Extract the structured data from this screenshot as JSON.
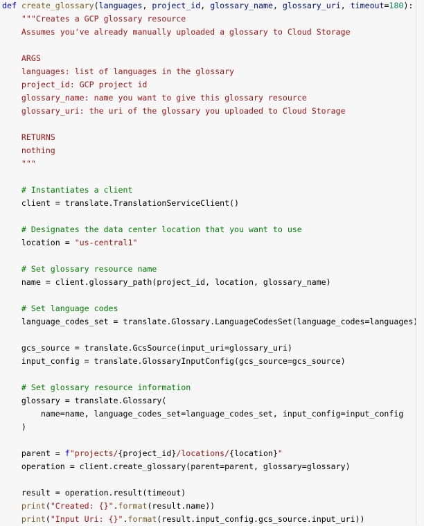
{
  "code": {
    "language": "python",
    "colors": {
      "keyword": "#0000ff",
      "function": "#795e26",
      "parameter": "#001080",
      "number": "#098658",
      "string": "#a31515",
      "comment": "#008000",
      "text": "#000000",
      "background": "#f7f7f7"
    },
    "lines": [
      [
        [
          "def",
          "k"
        ],
        [
          " ",
          "t"
        ],
        [
          "create_glossary",
          "f"
        ],
        [
          "(",
          "t"
        ],
        [
          "languages",
          "p"
        ],
        [
          ", ",
          "t"
        ],
        [
          "project_id",
          "p"
        ],
        [
          ", ",
          "t"
        ],
        [
          "glossary_name",
          "p"
        ],
        [
          ", ",
          "t"
        ],
        [
          "glossary_uri",
          "p"
        ],
        [
          ", ",
          "t"
        ],
        [
          "timeout",
          "p"
        ],
        [
          "=",
          "t"
        ],
        [
          "180",
          "n"
        ],
        [
          "):",
          "t"
        ]
      ],
      [
        [
          "    \"\"\"Creates a GCP glossary resource",
          "s"
        ]
      ],
      [
        [
          "    Assumes you've already manually uploaded a glossary to Cloud Storage",
          "s"
        ]
      ],
      [
        [
          "",
          "s"
        ]
      ],
      [
        [
          "    ARGS",
          "s"
        ]
      ],
      [
        [
          "    languages: list of languages in the glossary",
          "s"
        ]
      ],
      [
        [
          "    project_id: GCP project id",
          "s"
        ]
      ],
      [
        [
          "    glossary_name: name you want to give this glossary resource",
          "s"
        ]
      ],
      [
        [
          "    glossary_uri: the uri of the glossary you uploaded to Cloud Storage",
          "s"
        ]
      ],
      [
        [
          "",
          "s"
        ]
      ],
      [
        [
          "    RETURNS",
          "s"
        ]
      ],
      [
        [
          "    nothing",
          "s"
        ]
      ],
      [
        [
          "    \"\"\"",
          "s"
        ]
      ],
      [
        [
          "",
          "t"
        ]
      ],
      [
        [
          "    ",
          "t"
        ],
        [
          "# Instantiates a client",
          "c"
        ]
      ],
      [
        [
          "    client = translate.TranslationServiceClient()",
          "t"
        ]
      ],
      [
        [
          "",
          "t"
        ]
      ],
      [
        [
          "    ",
          "t"
        ],
        [
          "# Designates the data center location that you want to use",
          "c"
        ]
      ],
      [
        [
          "    location = ",
          "t"
        ],
        [
          "\"us-central1\"",
          "s"
        ]
      ],
      [
        [
          "",
          "t"
        ]
      ],
      [
        [
          "    ",
          "t"
        ],
        [
          "# Set glossary resource name",
          "c"
        ]
      ],
      [
        [
          "    name = client.glossary_path(project_id, location, glossary_name)",
          "t"
        ]
      ],
      [
        [
          "",
          "t"
        ]
      ],
      [
        [
          "    ",
          "t"
        ],
        [
          "# Set language codes",
          "c"
        ]
      ],
      [
        [
          "    language_codes_set = translate.Glossary.LanguageCodesSet(language_codes=languages)",
          "t"
        ]
      ],
      [
        [
          "",
          "t"
        ]
      ],
      [
        [
          "    gcs_source = translate.GcsSource(input_uri=glossary_uri)",
          "t"
        ]
      ],
      [
        [
          "    input_config = translate.GlossaryInputConfig(gcs_source=gcs_source)",
          "t"
        ]
      ],
      [
        [
          "",
          "t"
        ]
      ],
      [
        [
          "    ",
          "t"
        ],
        [
          "# Set glossary resource information",
          "c"
        ]
      ],
      [
        [
          "    glossary = translate.Glossary(",
          "t"
        ]
      ],
      [
        [
          "        name=name, language_codes_set=language_codes_set, input_config=input_config",
          "t"
        ]
      ],
      [
        [
          "    )",
          "t"
        ]
      ],
      [
        [
          "",
          "t"
        ]
      ],
      [
        [
          "    parent = ",
          "t"
        ],
        [
          "f",
          "k"
        ],
        [
          "\"projects/",
          "s"
        ],
        [
          "{project_id}",
          "t"
        ],
        [
          "/locations/",
          "s"
        ],
        [
          "{location}",
          "t"
        ],
        [
          "\"",
          "s"
        ]
      ],
      [
        [
          "    operation = client.create_glossary(parent=parent, glossary=glossary)",
          "t"
        ]
      ],
      [
        [
          "",
          "t"
        ]
      ],
      [
        [
          "    result = operation.result(timeout)",
          "t"
        ]
      ],
      [
        [
          "    ",
          "t"
        ],
        [
          "print",
          "f"
        ],
        [
          "(",
          "t"
        ],
        [
          "\"Created: {}\"",
          "s"
        ],
        [
          ".",
          "t"
        ],
        [
          "format",
          "f"
        ],
        [
          "(result.name))",
          "t"
        ]
      ],
      [
        [
          "    ",
          "t"
        ],
        [
          "print",
          "f"
        ],
        [
          "(",
          "t"
        ],
        [
          "\"Input Uri: {}\"",
          "s"
        ],
        [
          ".",
          "t"
        ],
        [
          "format",
          "f"
        ],
        [
          "(result.input_config.gcs_source.input_uri))",
          "t"
        ]
      ]
    ]
  }
}
